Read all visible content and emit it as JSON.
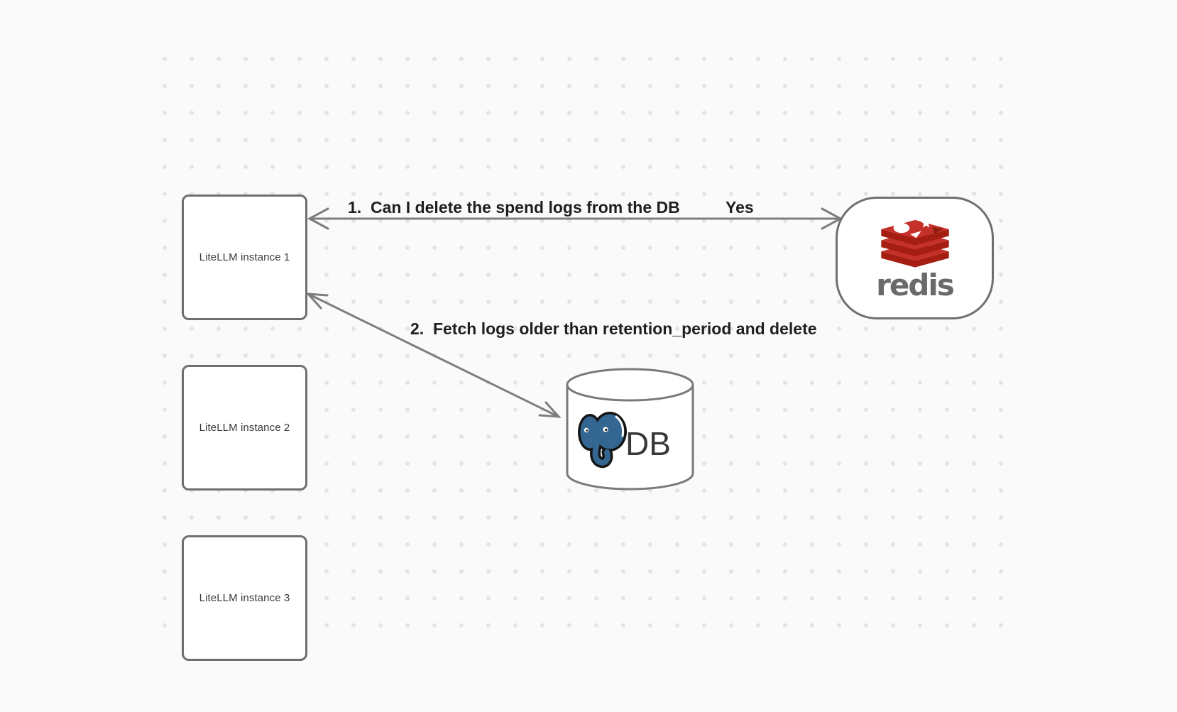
{
  "canvas": {
    "background": "#fafafa",
    "dot_color": "#e4e4e4"
  },
  "nodes": {
    "litellm": [
      {
        "label": "LiteLLM instance 1"
      },
      {
        "label": "LiteLLM instance 2"
      },
      {
        "label": "LiteLLM instance 3"
      }
    ],
    "redis": {
      "wordmark": "redis"
    },
    "db": {
      "label": "DB"
    }
  },
  "edges": [
    {
      "label": "1.  Can I delete the spend logs from the DB",
      "response": "Yes"
    },
    {
      "label": "2.  Fetch logs older than retention_period and delete"
    }
  ],
  "colors": {
    "node_border": "#6f6f6f",
    "arrow": "#7d7d7d",
    "label_text": "#1f1f1f",
    "redis_red": "#c6302b",
    "redis_dark_red": "#a41e11",
    "redis_wordmark_gray": "#6a6a6a",
    "postgres_blue": "#336791",
    "db_text": "#383838"
  }
}
